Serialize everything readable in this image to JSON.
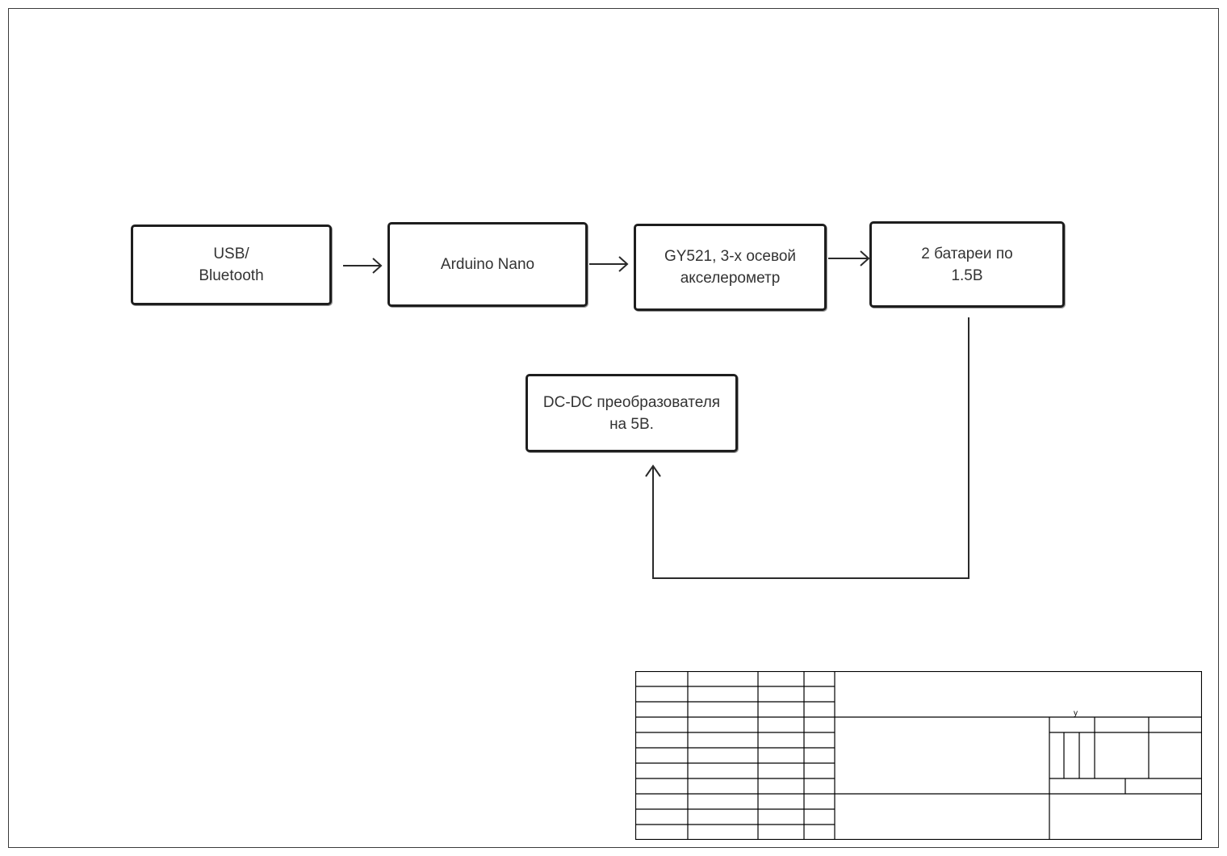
{
  "diagram": {
    "blocks": [
      {
        "id": "usb",
        "label": "USB/\nBluetooth"
      },
      {
        "id": "nano",
        "label": "Arduino Nano"
      },
      {
        "id": "gy",
        "label": "GY521, 3-х осевой\nакселерометр"
      },
      {
        "id": "bat",
        "label": "2 батареи по\n1.5В"
      },
      {
        "id": "dcdc",
        "label": "DC-DC преобразователя\nна 5В."
      }
    ],
    "connections": [
      {
        "from": "usb",
        "to": "nano"
      },
      {
        "from": "nano",
        "to": "gy"
      },
      {
        "from": "gy",
        "to": "bat"
      },
      {
        "from": "bat",
        "to": "dcdc"
      }
    ]
  },
  "title_block": {
    "marks": [
      "у"
    ]
  }
}
